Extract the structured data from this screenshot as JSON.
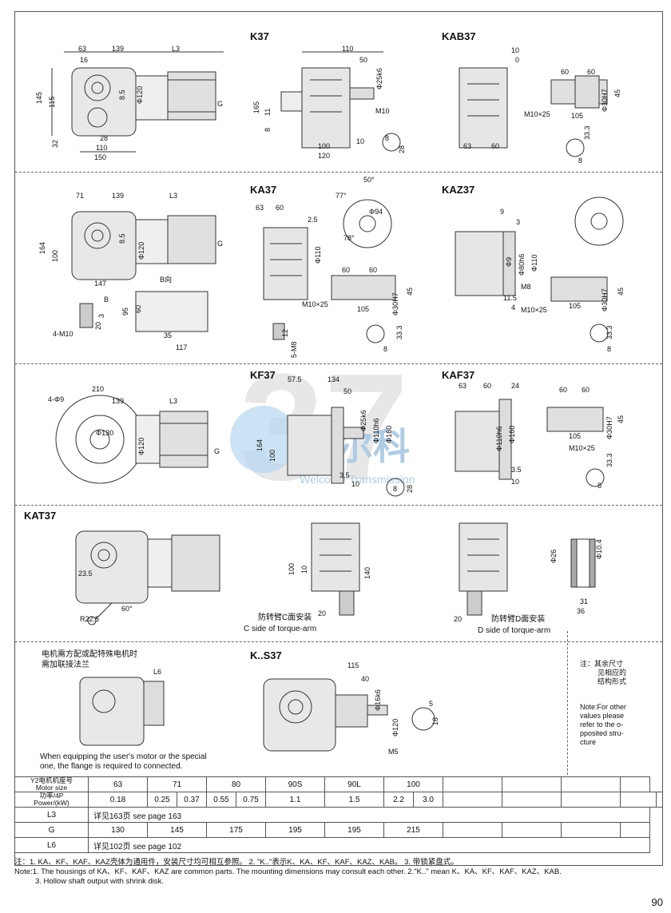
{
  "sections": {
    "k37": {
      "labels": {
        "k": "K37",
        "kab": "KAB37"
      },
      "dims": [
        "63",
        "139",
        "L3",
        "16",
        "145",
        "115",
        "32",
        "28",
        "110",
        "150",
        "Φ120",
        "8.5",
        "G",
        "110",
        "50",
        "Φ25k6",
        "M10",
        "165",
        "8",
        "11",
        "100",
        "10",
        "120",
        "28",
        "8",
        "10",
        "0",
        "60",
        "60",
        "M10×25",
        "105",
        "Φ30H7",
        "45",
        "33.3",
        "63",
        "60",
        "8"
      ]
    },
    "ka37": {
      "labels": {
        "ka": "KA37",
        "kaz": "KAZ37",
        "bview": "B向",
        "b": "B"
      },
      "dims": [
        "71",
        "139",
        "L3",
        "164",
        "100",
        "147",
        "Φ120",
        "8.5",
        "G",
        "95",
        "60",
        "20",
        "35",
        "117",
        "4-M10",
        "3",
        "63",
        "60",
        "2.5",
        "Φ110",
        "60",
        "60",
        "Φ30H7",
        "45",
        "105",
        "M10×25",
        "5-M8",
        "12",
        "8",
        "33.3",
        "50°",
        "77°",
        "78°",
        "Φ94",
        "9",
        "3",
        "Φ9",
        "Φ80h6",
        "Φ110",
        "M8",
        "11.5",
        "4",
        "M10×25",
        "105",
        "Φ30H7",
        "45",
        "33.3",
        "8"
      ]
    },
    "kf37": {
      "labels": {
        "kf": "KF37",
        "kaf": "KAF37"
      },
      "dims": [
        "4-Φ9",
        "210",
        "139",
        "L3",
        "Φ130",
        "Φ120",
        "G",
        "57.5",
        "134",
        "50",
        "Φ25k6",
        "Φ110h6",
        "Φ160",
        "164",
        "100",
        "3.5",
        "10",
        "8",
        "28",
        "63",
        "60",
        "24",
        "Φ110h6",
        "Φ160",
        "3.5",
        "10",
        "60",
        "60",
        "Φ30H7",
        "45",
        "105",
        "M10×25",
        "33.3",
        "8"
      ]
    },
    "kat37": {
      "labels": {
        "kat": "KAT37"
      },
      "dims": [
        "23.5",
        "R22.5",
        "60°",
        "100",
        "10",
        "140",
        "20",
        "Φ26",
        "Φ10.4",
        "31",
        "36"
      ],
      "c_zh": "防转臂C面安装",
      "c_en": "C side of torque-arm",
      "d_zh": "防转臂D面安装",
      "d_en": "D side of torque-arm"
    },
    "s37": {
      "labels": {
        "s": "K..S37"
      },
      "flange_zh_1": "电机需方配或配特殊电机时",
      "flange_zh_2": "需加联接法兰",
      "flange_en_1": "When equipping the user's motor or the special",
      "flange_en_2": "one, the flange is required to connected.",
      "dims": [
        "L6",
        "115",
        "40",
        "Φ16k6",
        "Φ120",
        "M5",
        "5",
        "18"
      ],
      "note_zh_1": "注：其余尺寸",
      "note_zh_2": "见相应的",
      "note_zh_3": "结构形式",
      "note_en": [
        "Note:For other",
        "values please",
        "refer to the o-",
        "pposited stru-",
        "cture"
      ]
    }
  },
  "watermark": {
    "text": "威尔科",
    "sub": "Welcome Transmission",
    "num": "37"
  },
  "table": {
    "motor_label_zh": "Y2电机机座号",
    "motor_label_en": "Motor size",
    "power_label_zh": "功率/4P",
    "power_label_en": "Power/(kW)",
    "motor_sizes": [
      "63",
      "71",
      "80",
      "90S",
      "90L",
      "100"
    ],
    "powers": [
      "0.18",
      "0.25",
      "0.37",
      "0.55",
      "0.75",
      "1.1",
      "1.5",
      "2.2",
      "3.0"
    ],
    "l3_label": "L3",
    "l3_value": "详见163页   see page 163",
    "g_label": "G",
    "g_values": [
      "130",
      "145",
      "175",
      "195",
      "195",
      "215"
    ],
    "l6_label": "L6",
    "l6_value": "详见102页   see page 102"
  },
  "footnotes": {
    "zh": "注：1. KA、KF、KAF、KAZ壳体为通用件，安装尺寸均可相互参照。    2. \"K..\"表示K、KA、KF、KAF、KAZ、KAB。    3. 带锁紧盘式。",
    "en1": "Note:1. The housings of KA、KF、KAF、KAZ are common parts. The mounting dimensions may consult each other.  2.\"K..\" mean K、KA、KF、KAF、KAZ、KAB.",
    "en2": "3. Hollow shaft output with shrink disk."
  },
  "page_number": "90"
}
